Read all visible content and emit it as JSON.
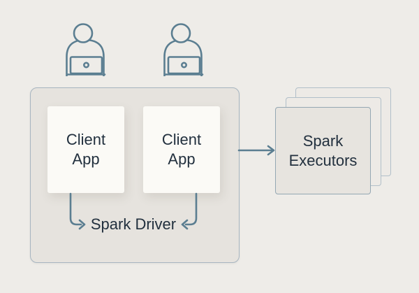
{
  "background_color": "#eeece8",
  "colors": {
    "stroke": "#5b7e91",
    "container_fill": "#e6e3de",
    "container_border": "#a7b5c0",
    "card_fill": "#fbfaf6",
    "executor_front_fill": "#e7e4df",
    "executor_front_border": "#94a7b3",
    "executor_back_fill": "#edeae6",
    "executor_back_border": "#b1bfc9",
    "text": "#22303e"
  },
  "icons": {
    "user_left": "user-at-laptop-icon",
    "user_right": "user-at-laptop-icon",
    "flow_arrow": "arrow-right-icon",
    "client1_to_driver": "arrow-down-right-icon",
    "client2_to_driver": "arrow-down-left-icon"
  },
  "labels": {
    "client_app_1": "Client App",
    "client_app_2": "Client App",
    "spark_driver": "Spark Driver",
    "spark_executors": "Spark Executors"
  }
}
